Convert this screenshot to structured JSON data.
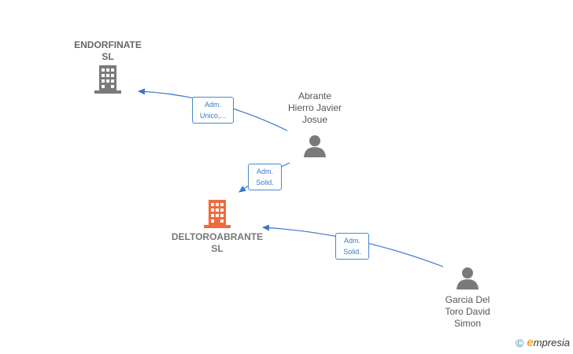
{
  "nodes": {
    "endorfinate": {
      "line1": "ENDORFINATE",
      "line2": "SL",
      "icon": "building-icon",
      "color": "#7a7a7a"
    },
    "deltoroabrante": {
      "line1": "DELTOROABRANTE",
      "line2": "SL",
      "icon": "building-icon",
      "color": "#f06a3c"
    },
    "abrante": {
      "line1": "Abrante",
      "line2": "Hierro Javier",
      "line3": "Josue",
      "icon": "person-icon",
      "color": "#7a7a7a"
    },
    "garcia": {
      "line1": "Garcia Del",
      "line2": "Toro David",
      "line3": "Simon",
      "icon": "person-icon",
      "color": "#7a7a7a"
    }
  },
  "edges": [
    {
      "from": "abrante",
      "to": "endorfinate",
      "label": "Adm.\nUnico,..."
    },
    {
      "from": "abrante",
      "to": "deltoroabrante",
      "label": "Adm.\nSolid."
    },
    {
      "from": "garcia",
      "to": "deltoroabrante",
      "label": "Adm.\nSolid."
    }
  ],
  "edge_color": "#3a78c8",
  "brand": {
    "copyright": "©",
    "logo_initial": "e",
    "logo_rest": "mpresia"
  }
}
